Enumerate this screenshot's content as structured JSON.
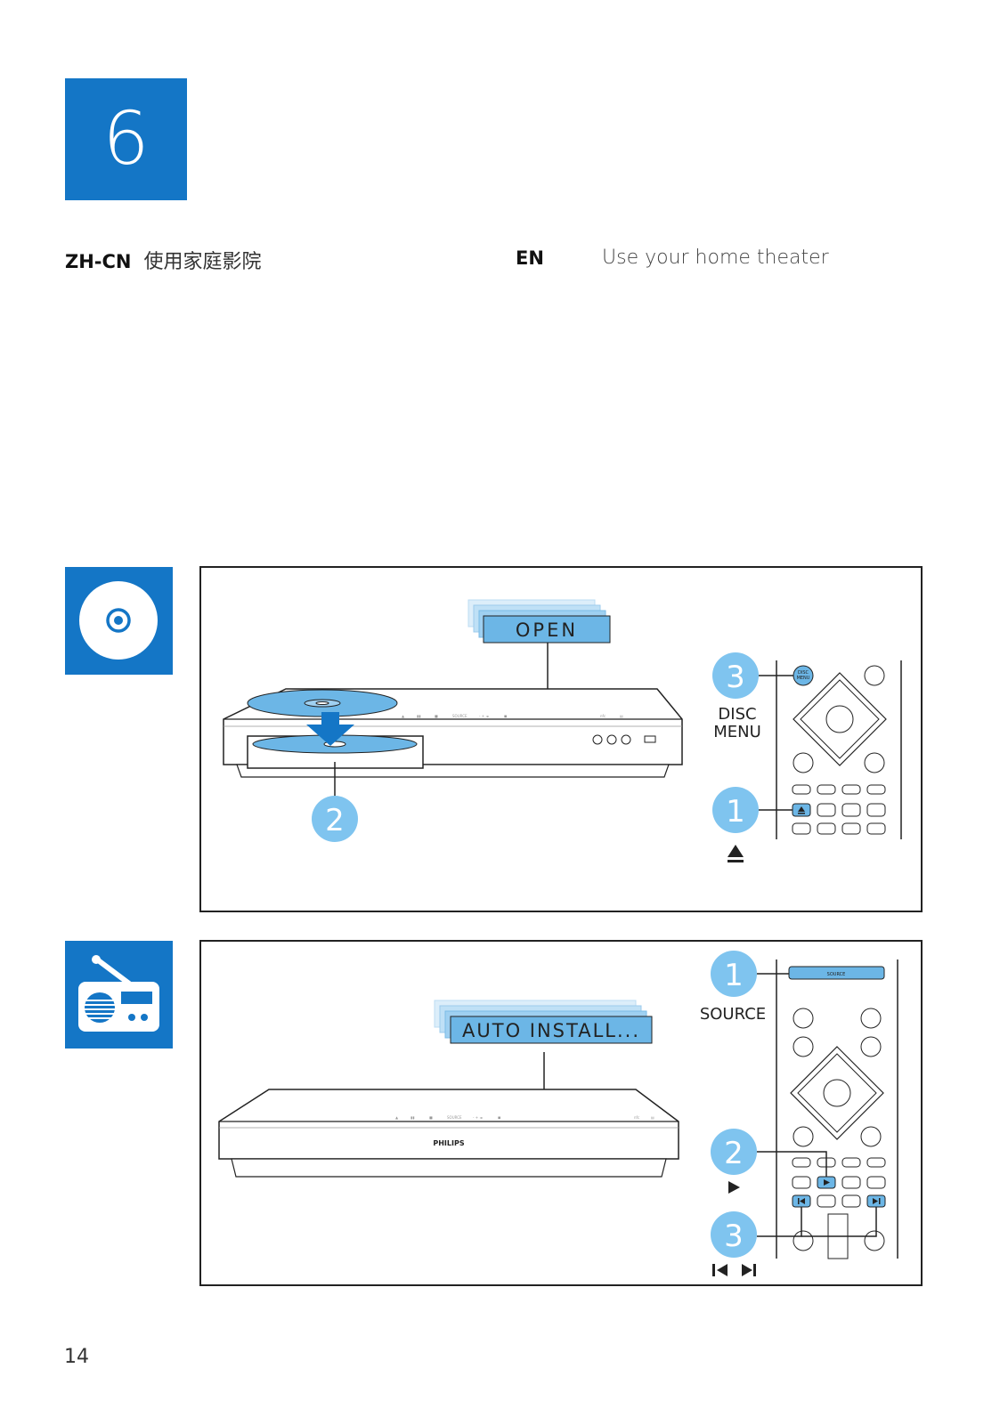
{
  "step": {
    "number": "6"
  },
  "zh": {
    "code": "ZH-CN",
    "title": "使用家庭影院"
  },
  "en": {
    "code": "EN",
    "title": "Use your home theater"
  },
  "panel1": {
    "display_text": "OPEN",
    "callout_3": "3",
    "callout_1": "1",
    "callout_2": "2",
    "disc_menu_line1": "DISC",
    "disc_menu_line2": "MENU",
    "remote_disc_menu_label": "DISC MENU"
  },
  "panel2": {
    "display_text": "AUTO INSTALL...",
    "callout_1": "1",
    "callout_2": "2",
    "callout_3": "3",
    "source_label": "SOURCE",
    "remote_source_button": "SOURCE",
    "brand": "PHILIPS"
  },
  "page": {
    "number": "14"
  },
  "colors": {
    "accent": "#1476c6",
    "callout": "#7fc4ef",
    "display": "#6cb6e6"
  },
  "icons": [
    "disc-icon",
    "radio-icon",
    "eject-icon",
    "play-icon",
    "previous-icon",
    "next-icon"
  ]
}
